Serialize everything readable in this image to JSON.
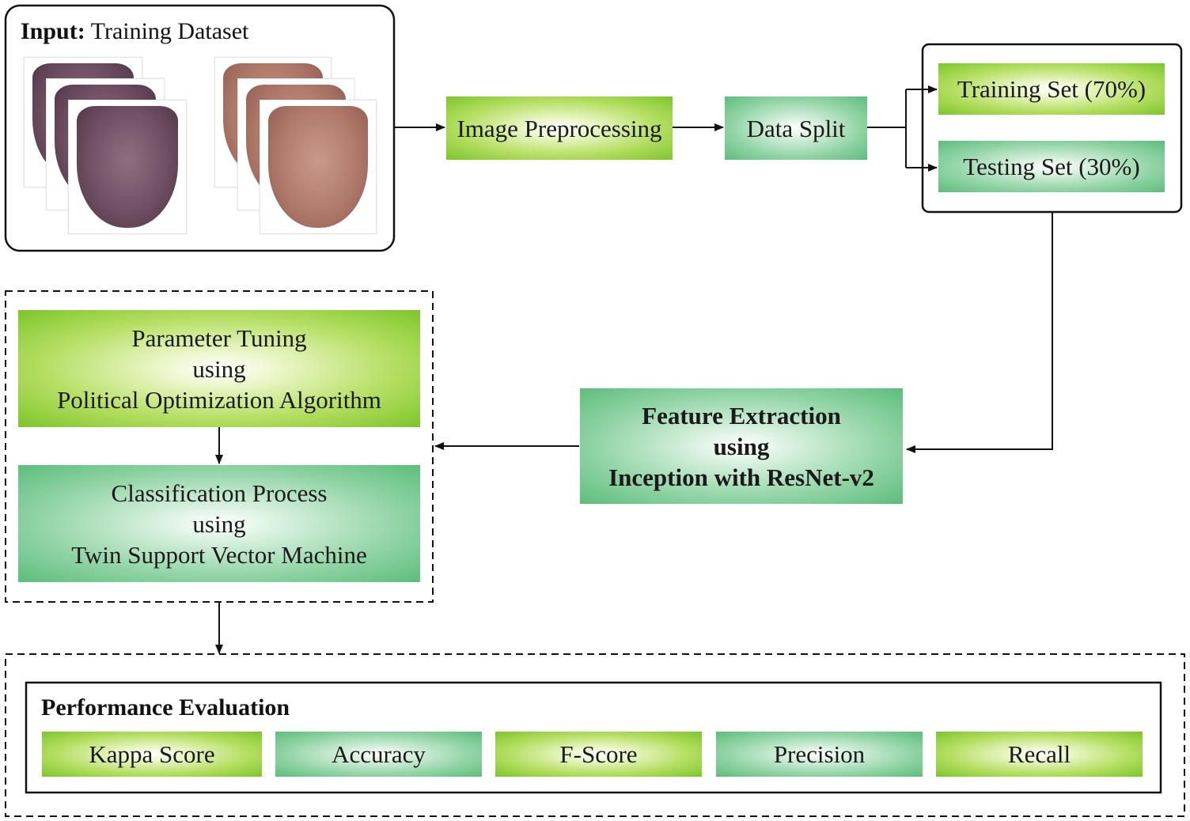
{
  "input_box": {
    "label_bold": "Input:",
    "label_rest": " Training Dataset"
  },
  "steps": {
    "image_preprocessing": "Image Preprocessing",
    "data_split": "Data Split",
    "training_set": "Training Set (70%)",
    "testing_set": "Testing Set (30%)"
  },
  "feature_extraction": {
    "line1": "Feature Extraction",
    "line2": "using",
    "line3": "Inception with ResNet-v2"
  },
  "parameter_tuning": {
    "line1": "Parameter Tuning",
    "line2": "using",
    "line3": "Political Optimization Algorithm"
  },
  "classification": {
    "line1": "Classification Process",
    "line2": "using",
    "line3": "Twin Support Vector Machine"
  },
  "performance": {
    "title": "Performance Evaluation",
    "metrics": [
      "Kappa Score",
      "Accuracy",
      "F-Score",
      "Precision",
      "Recall"
    ]
  },
  "colors": {
    "lime_green": "#7cc52b",
    "teal_green": "#5cbd7c",
    "line": "#111111"
  }
}
